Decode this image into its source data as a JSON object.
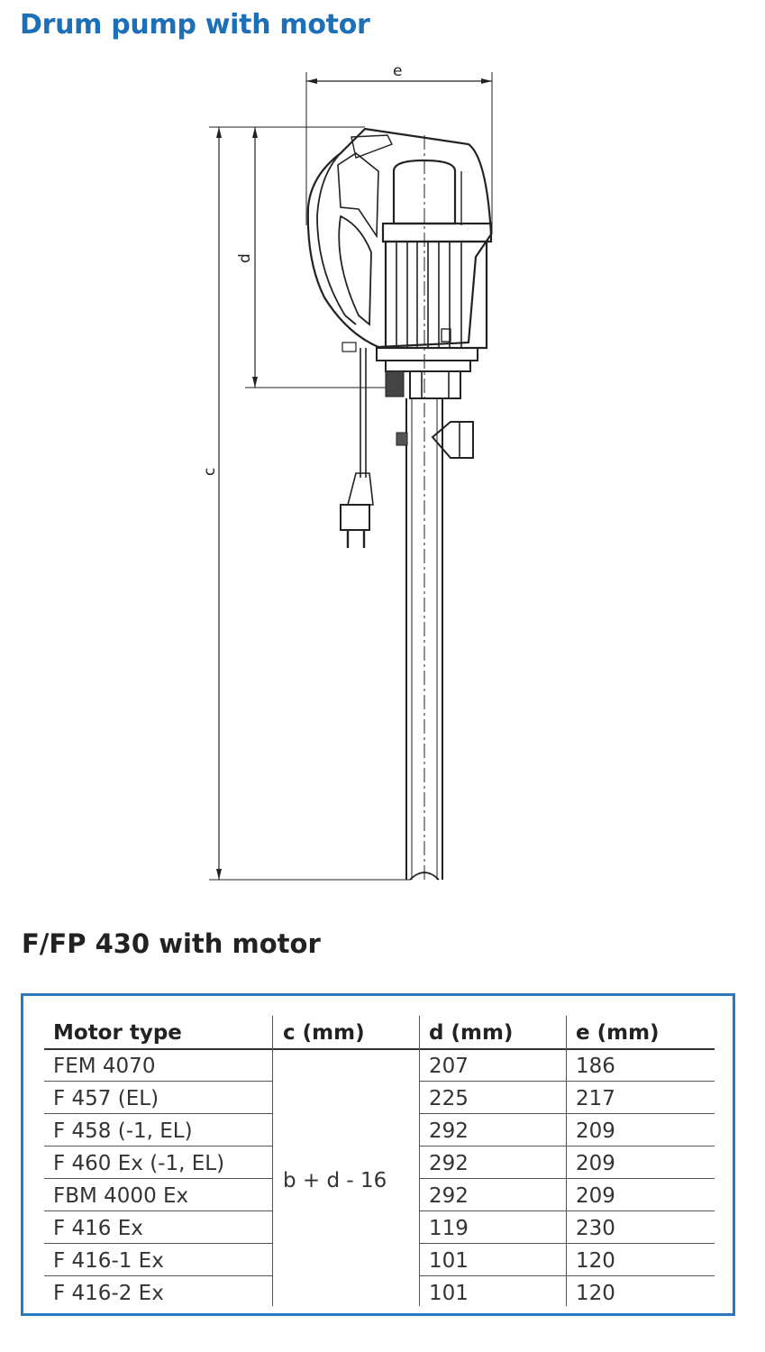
{
  "title": "Drum pump with motor",
  "drawing": {
    "dim_e": "e",
    "dim_d": "d",
    "dim_c": "c"
  },
  "table_title": "F/FP 430 with motor",
  "table": {
    "headers": [
      "Motor type",
      "c (mm)",
      "d (mm)",
      "e (mm)"
    ],
    "c_value": "b + d - 16",
    "rows": [
      {
        "motor": "FEM 4070",
        "d": "207",
        "e": "186"
      },
      {
        "motor": "F 457 (EL)",
        "d": "225",
        "e": "217"
      },
      {
        "motor": "F 458 (-1, EL)",
        "d": "292",
        "e": "209"
      },
      {
        "motor": "F 460 Ex (-1, EL)",
        "d": "292",
        "e": "209"
      },
      {
        "motor": "FBM 4000 Ex",
        "d": "292",
        "e": "209"
      },
      {
        "motor": "F 416 Ex",
        "d": "119",
        "e": "230"
      },
      {
        "motor": "F 416-1 Ex",
        "d": "101",
        "e": "120"
      },
      {
        "motor": "F 416-2 Ex",
        "d": "101",
        "e": "120"
      }
    ]
  }
}
